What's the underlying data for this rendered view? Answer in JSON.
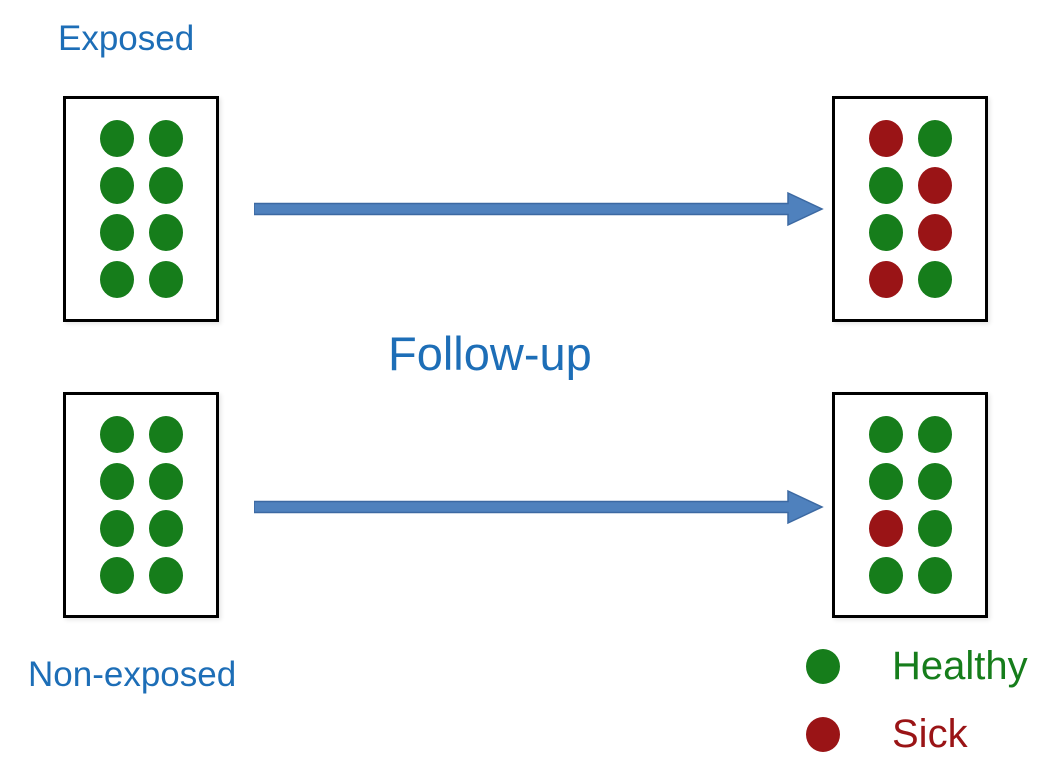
{
  "diagram": {
    "followup_label": "Follow-up"
  },
  "colors": {
    "healthy": "#167d1b",
    "sick": "#9a1416",
    "label_blue": "#1d6eb7",
    "arrow_blue": "#4f81bd",
    "box_border": "#000000",
    "background": "#ffffff"
  },
  "groups": [
    {
      "id": "exposed",
      "label": "Exposed",
      "baseline_dots": [
        "healthy",
        "healthy",
        "healthy",
        "healthy",
        "healthy",
        "healthy",
        "healthy",
        "healthy"
      ],
      "followup_dots": [
        "sick",
        "healthy",
        "healthy",
        "sick",
        "healthy",
        "sick",
        "sick",
        "healthy"
      ]
    },
    {
      "id": "non-exposed",
      "label": "Non-exposed",
      "baseline_dots": [
        "healthy",
        "healthy",
        "healthy",
        "healthy",
        "healthy",
        "healthy",
        "healthy",
        "healthy"
      ],
      "followup_dots": [
        "healthy",
        "healthy",
        "healthy",
        "healthy",
        "sick",
        "healthy",
        "healthy",
        "healthy"
      ]
    }
  ],
  "legend": [
    {
      "label": "Healthy",
      "color": "#167d1b"
    },
    {
      "label": "Sick",
      "color": "#9a1416"
    }
  ]
}
